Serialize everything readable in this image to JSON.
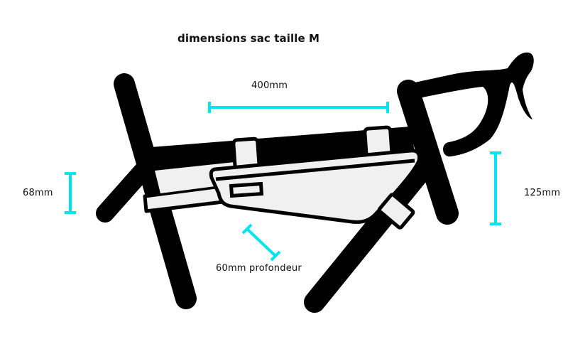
{
  "title": "dimensions sac taille M",
  "dimensions": {
    "length": {
      "label": "400mm",
      "value": 400,
      "unit": "mm"
    },
    "rear_height": {
      "label": "68mm",
      "value": 68,
      "unit": "mm"
    },
    "front_height": {
      "label": "125mm",
      "value": 125,
      "unit": "mm"
    },
    "depth": {
      "label": "60mm profondeur",
      "value": 60,
      "unit": "mm"
    }
  },
  "colors": {
    "frame": "#000000",
    "bag_fill": "#f0f0f0",
    "dimension_lines": "#00e5f0",
    "text": "#111111",
    "background": "#ffffff"
  }
}
